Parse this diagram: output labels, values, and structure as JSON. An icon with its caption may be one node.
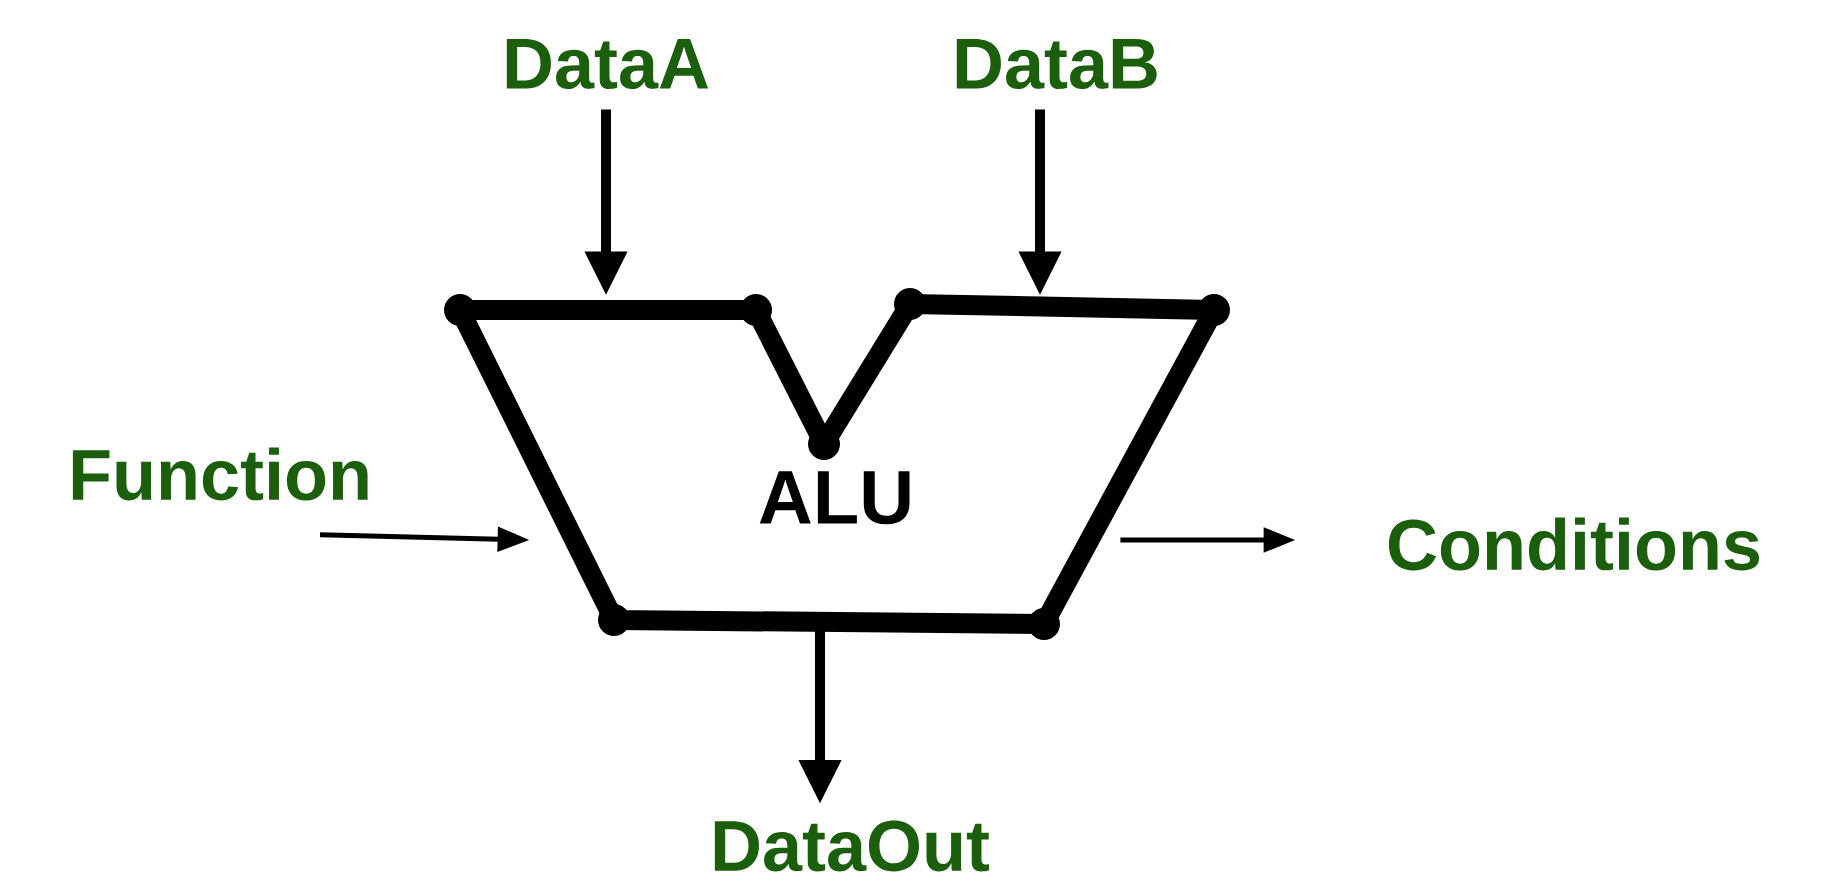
{
  "diagram": {
    "nodes": [
      {
        "text": [
          "ALU"
        ]
      },
      {
        "text": [
          "DataA"
        ]
      },
      {
        "text": [
          "DataB"
        ]
      },
      {
        "text": [
          "Function"
        ]
      },
      {
        "text": [
          "Conditions"
        ]
      },
      {
        "text": [
          "DataOut"
        ]
      }
    ],
    "edges": [
      {
        "from": 1,
        "to": 0,
        "arrow": "to"
      },
      {
        "from": 2,
        "to": 0,
        "arrow": "to"
      },
      {
        "from": 3,
        "to": 0,
        "arrow": "to"
      },
      {
        "from": 0,
        "to": 4,
        "arrow": "to"
      },
      {
        "from": 0,
        "to": 5,
        "arrow": "to"
      }
    ]
  }
}
